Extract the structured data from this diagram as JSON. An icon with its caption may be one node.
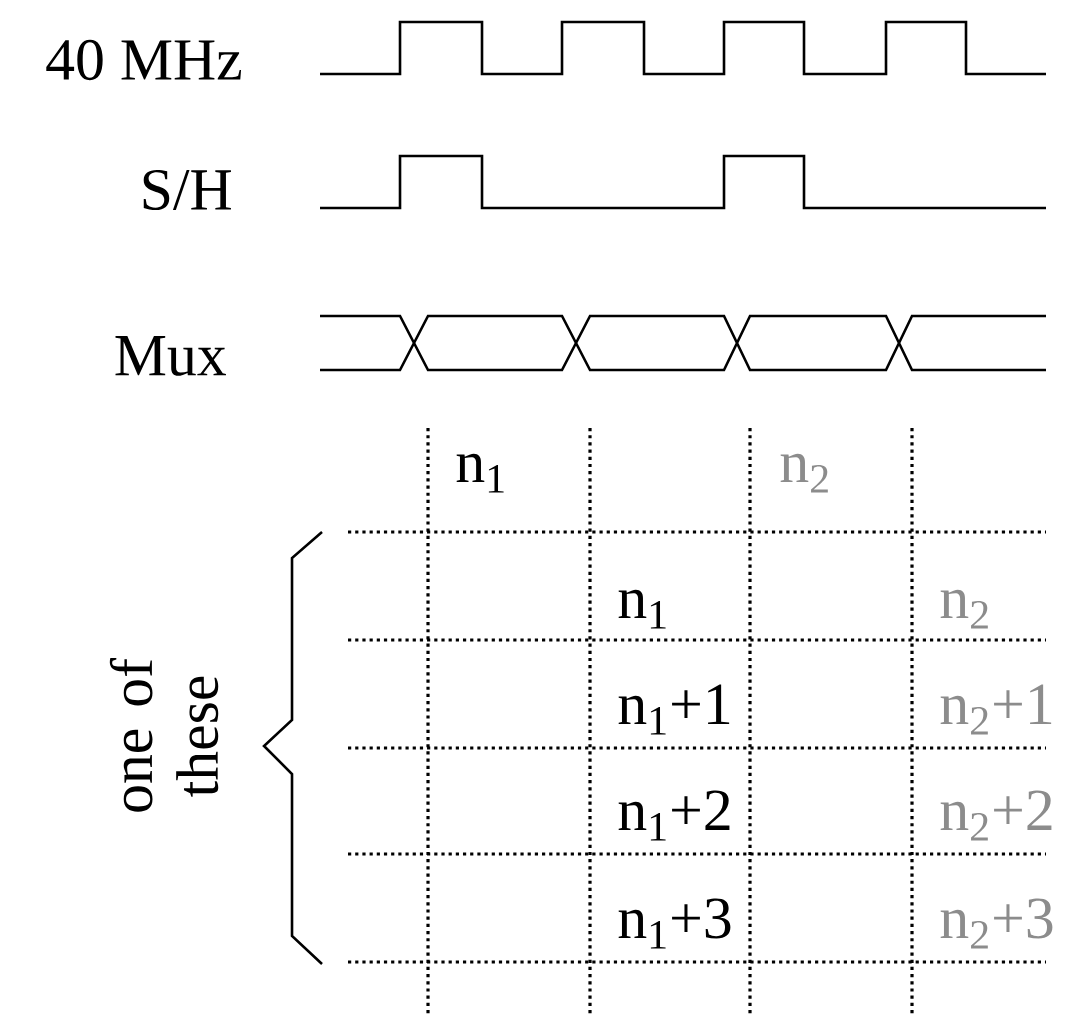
{
  "diagram": {
    "labels": [
      "40 MHz",
      "S/H",
      "Mux",
      "n$_{1}$",
      "n$_{2}$",
      "n$_{1}$",
      "n$_{2}$",
      "n$_{1}$+1",
      "n$_{2}$+1",
      "n$_{1}$+2",
      "n$_{2}$+2",
      "n$_{1}$+3",
      "n$_{2}$+3",
      "one of these"
    ]
  }
}
